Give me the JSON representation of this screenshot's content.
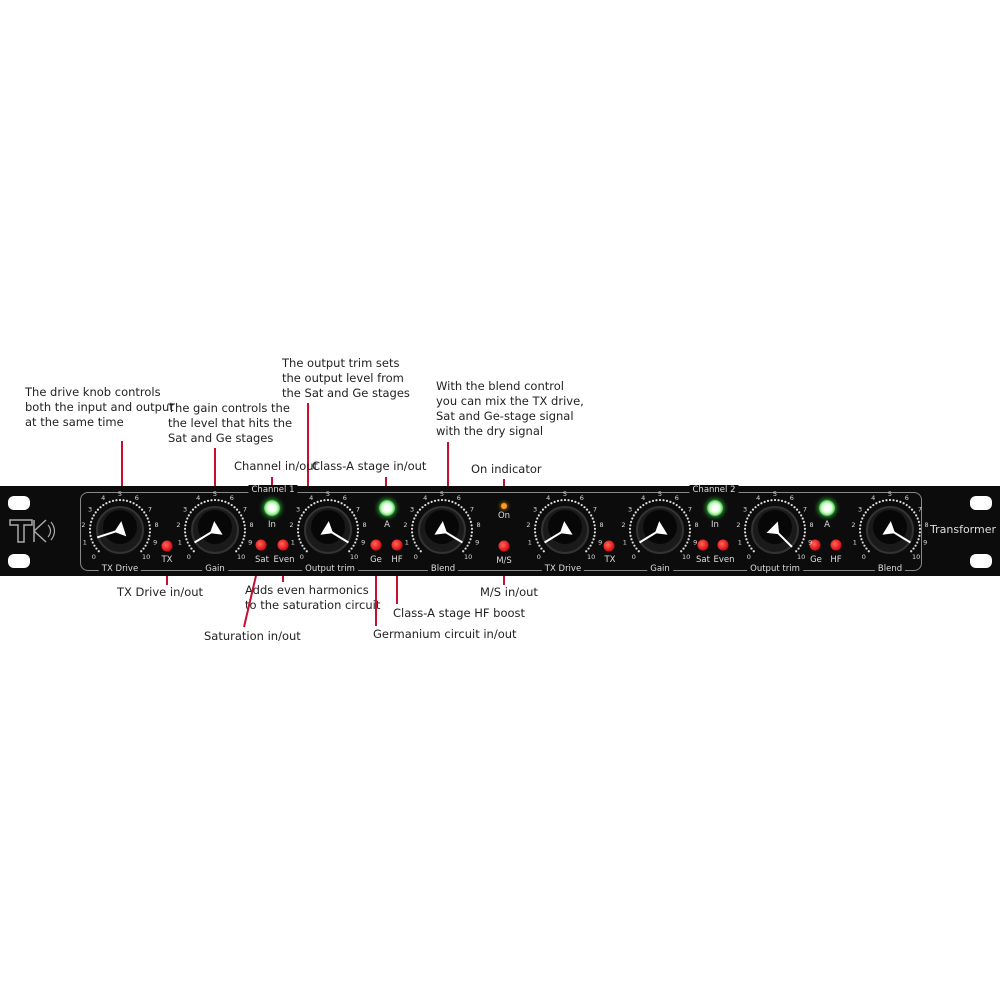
{
  "annotations": {
    "drive": [
      "The drive knob controls",
      "both the input and output",
      "at the same time"
    ],
    "gain": [
      "The gain controls the",
      "the level that hits the",
      "Sat and Ge stages"
    ],
    "output_trim": [
      "The output trim sets",
      "the output level from",
      "the Sat and Ge stages"
    ],
    "blend": [
      "With the blend control",
      "you can mix the TX drive,",
      "Sat and Ge-stage signal",
      "with the dry signal"
    ],
    "channel_inout": "Channel in/out",
    "class_a": "Class-A stage in/out",
    "on_indicator": "On indicator",
    "tx_drive_inout": "TX Drive in/out",
    "even": [
      "Adds even harmonics",
      "to the saturation circuit"
    ],
    "saturation": "Saturation in/out",
    "germanium": "Germanium circuit in/out",
    "hf_boost": "Class-A stage HF boost",
    "ms": "M/S in/out",
    "line_color": "#c8102e"
  },
  "panel": {
    "brand": "Transformer",
    "logo": "TK",
    "channel1": "Channel 1",
    "channel2": "Channel 2",
    "on_label": "On",
    "ms_label": "M/S",
    "scale": [
      "0",
      "1",
      "2",
      "3",
      "4",
      "5",
      "6",
      "7",
      "8",
      "9",
      "10"
    ],
    "ch1": {
      "knobs": [
        {
          "label": "TX Drive",
          "value": 1
        },
        {
          "label": "Gain",
          "value": 0.5
        },
        {
          "label": "Output trim",
          "value": 9.5
        },
        {
          "label": "Blend",
          "value": 9.5
        }
      ],
      "in": "In",
      "a": "A",
      "tx": "TX",
      "sat": "Sat",
      "even": "Even",
      "ge": "Ge",
      "hf": "HF"
    },
    "ch2": {
      "knobs": [
        {
          "label": "TX Drive",
          "value": 0.5
        },
        {
          "label": "Gain",
          "value": 0.5
        },
        {
          "label": "Output trim",
          "value": 10
        },
        {
          "label": "Blend",
          "value": 9.5
        }
      ],
      "in": "In",
      "a": "A",
      "tx": "TX",
      "sat": "Sat",
      "even": "Even",
      "ge": "Ge",
      "hf": "HF"
    }
  }
}
